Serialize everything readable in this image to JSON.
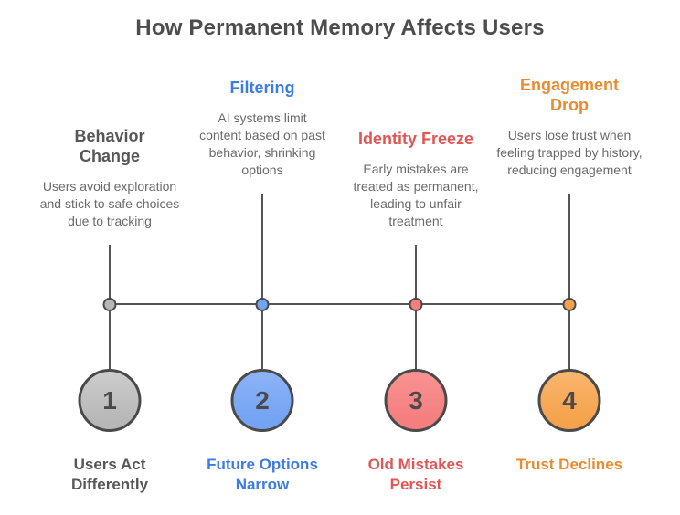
{
  "title": "How Permanent Memory Affects Users",
  "colors": {
    "title_text": "#4d4d4d",
    "description_text": "#6a6a6a",
    "connector_line": "#555555",
    "circle_border": "#4a4a4a",
    "number_text": "#4a4a4a"
  },
  "items": [
    {
      "number": "1",
      "heading": "Behavior Change",
      "description": "Users avoid exploration and stick to safe choices due to tracking",
      "label": "Users Act Differently",
      "text_color": "#575757",
      "fill": "#b7b7b7",
      "fill_light": "#cccccc"
    },
    {
      "number": "2",
      "heading": "Filtering",
      "description": "AI systems limit content based on past behavior, shrinking options",
      "label": "Future Options Narrow",
      "text_color": "#3d7be6",
      "fill": "#74a3f3",
      "fill_light": "#8cb3f7"
    },
    {
      "number": "3",
      "heading": "Identity Freeze",
      "description": "Early mistakes are treated as permanent, leading to unfair treatment",
      "label": "Old Mistakes Persist",
      "text_color": "#e25555",
      "fill": "#f57e7e",
      "fill_light": "#f89292"
    },
    {
      "number": "4",
      "heading": "Engagement Drop",
      "description": "Users lose trust when feeling trapped by history, reducing engagement",
      "label": "Trust Declines",
      "text_color": "#e78c30",
      "fill": "#f5a24c",
      "fill_light": "#f8b66e"
    }
  ]
}
